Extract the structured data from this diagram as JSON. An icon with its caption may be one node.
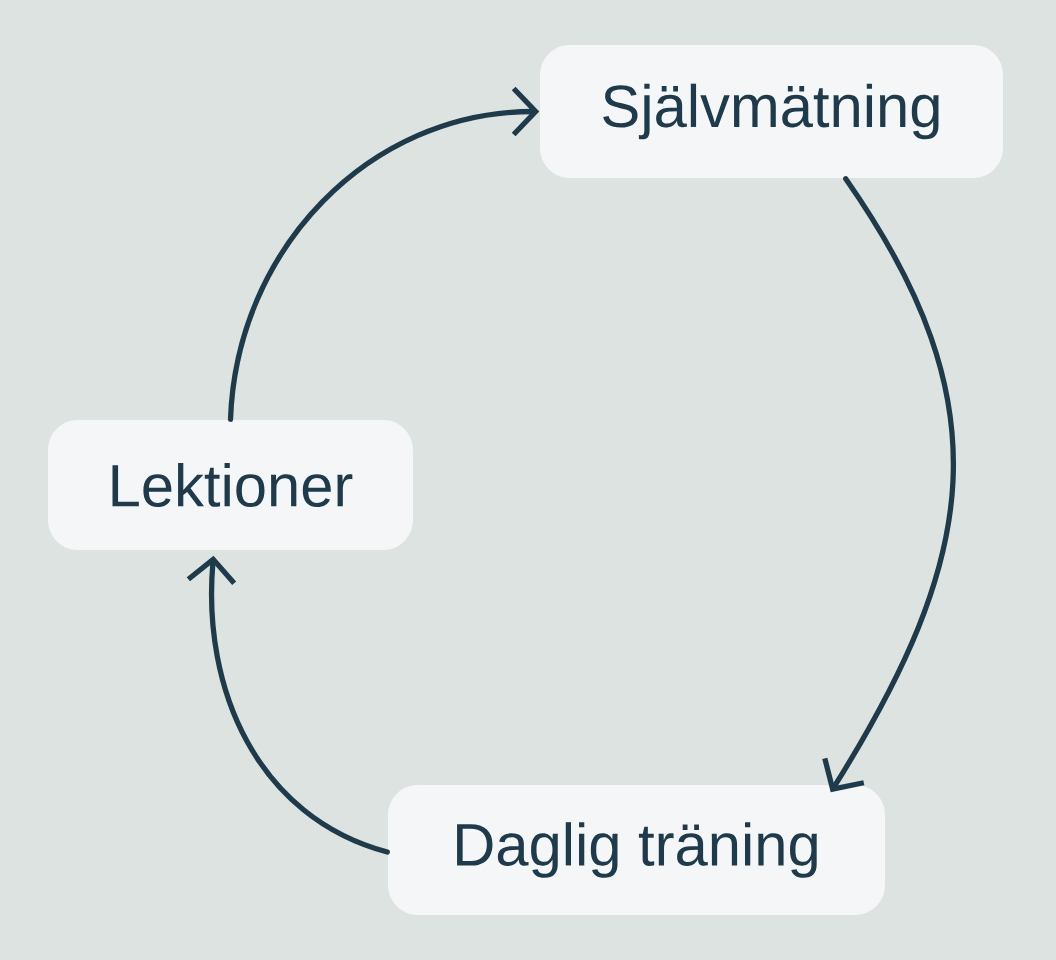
{
  "diagram": {
    "nodes": [
      {
        "text": [
          "Självmätning"
        ]
      },
      {
        "text": [
          "Lektioner"
        ]
      },
      {
        "text": [
          "Daglig träning"
        ]
      }
    ],
    "edges": [
      {
        "from": 1,
        "to": 0,
        "arrow": "to"
      },
      {
        "from": 0,
        "to": 2,
        "arrow": "to"
      },
      {
        "from": 2,
        "to": 1,
        "arrow": "to"
      }
    ]
  }
}
